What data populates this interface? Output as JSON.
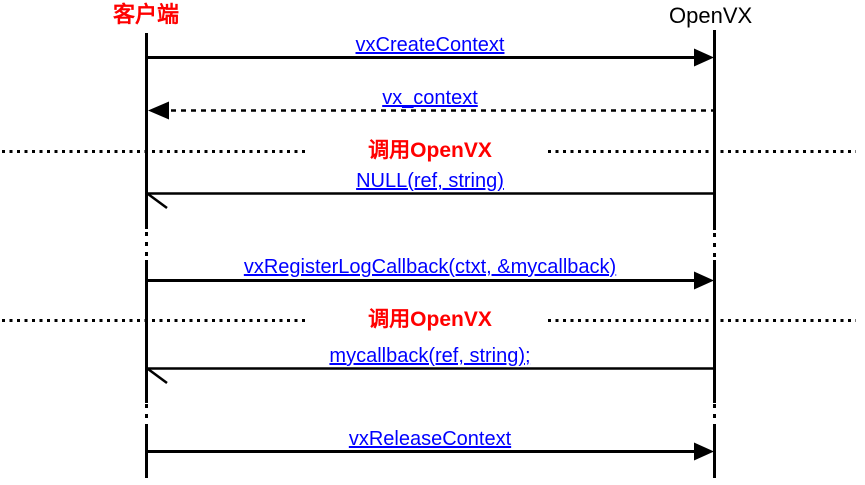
{
  "participants": [
    {
      "label": "客户端",
      "color": "#ff0000"
    },
    {
      "label": "OpenVX",
      "color": "#000000"
    }
  ],
  "messages": [
    {
      "label": "vxCreateContext",
      "direction": "right",
      "style": "solid-filled-arrow"
    },
    {
      "label": "vx_context",
      "direction": "left",
      "style": "dashed-filled-arrow"
    },
    {
      "label": "NULL(ref, string)",
      "direction": "left",
      "style": "solid-half-barb"
    },
    {
      "label": "vxRegisterLogCallback(ctxt, &mycallback)",
      "direction": "right",
      "style": "solid-filled-arrow"
    },
    {
      "label": "mycallback(ref, string);",
      "direction": "left",
      "style": "solid-half-barb"
    },
    {
      "label": "vxReleaseContext",
      "direction": "right",
      "style": "solid-filled-arrow"
    }
  ],
  "dividers": [
    {
      "label": "调用OpenVX"
    },
    {
      "label": "调用OpenVX"
    }
  ],
  "colors": {
    "message_text": "#0000ff",
    "divider_text": "#ff0000",
    "line": "#000000",
    "background": "#ffffff"
  }
}
